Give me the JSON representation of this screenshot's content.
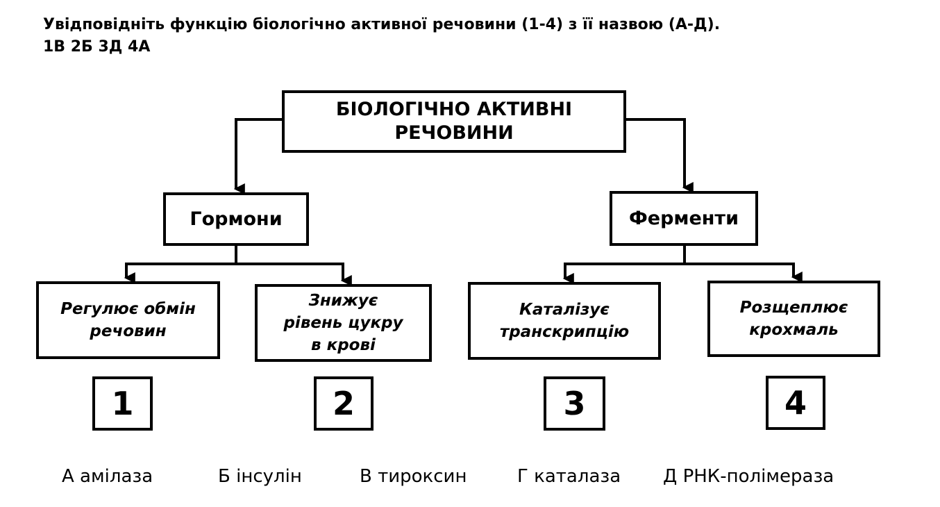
{
  "header": {
    "question": "Увідповідніть функцію біологічно активної речовини (1-4) з її назвою (А-Д).",
    "answer_key": "1В 2Б 3Д 4А"
  },
  "diagram": {
    "root": {
      "line1": "БІОЛОГІЧНО АКТИВНІ",
      "line2": "РЕЧОВИНИ"
    },
    "categories": [
      {
        "label": "Гормони"
      },
      {
        "label": "Ферменти"
      }
    ],
    "functions": [
      {
        "lines": [
          "Регулює обмін",
          "речовин"
        ]
      },
      {
        "lines": [
          "Знижує",
          "рівень цукру",
          "в крові"
        ]
      },
      {
        "lines": [
          "Каталізує",
          "транскрипцію"
        ]
      },
      {
        "lines": [
          "Розщеплює",
          "крохмаль"
        ]
      }
    ],
    "numbers": [
      "1",
      "2",
      "3",
      "4"
    ]
  },
  "answers": [
    "А амілаза",
    "Б інсулін",
    "В тироксин",
    "Г каталаза",
    "Д РНК-полімераза"
  ]
}
